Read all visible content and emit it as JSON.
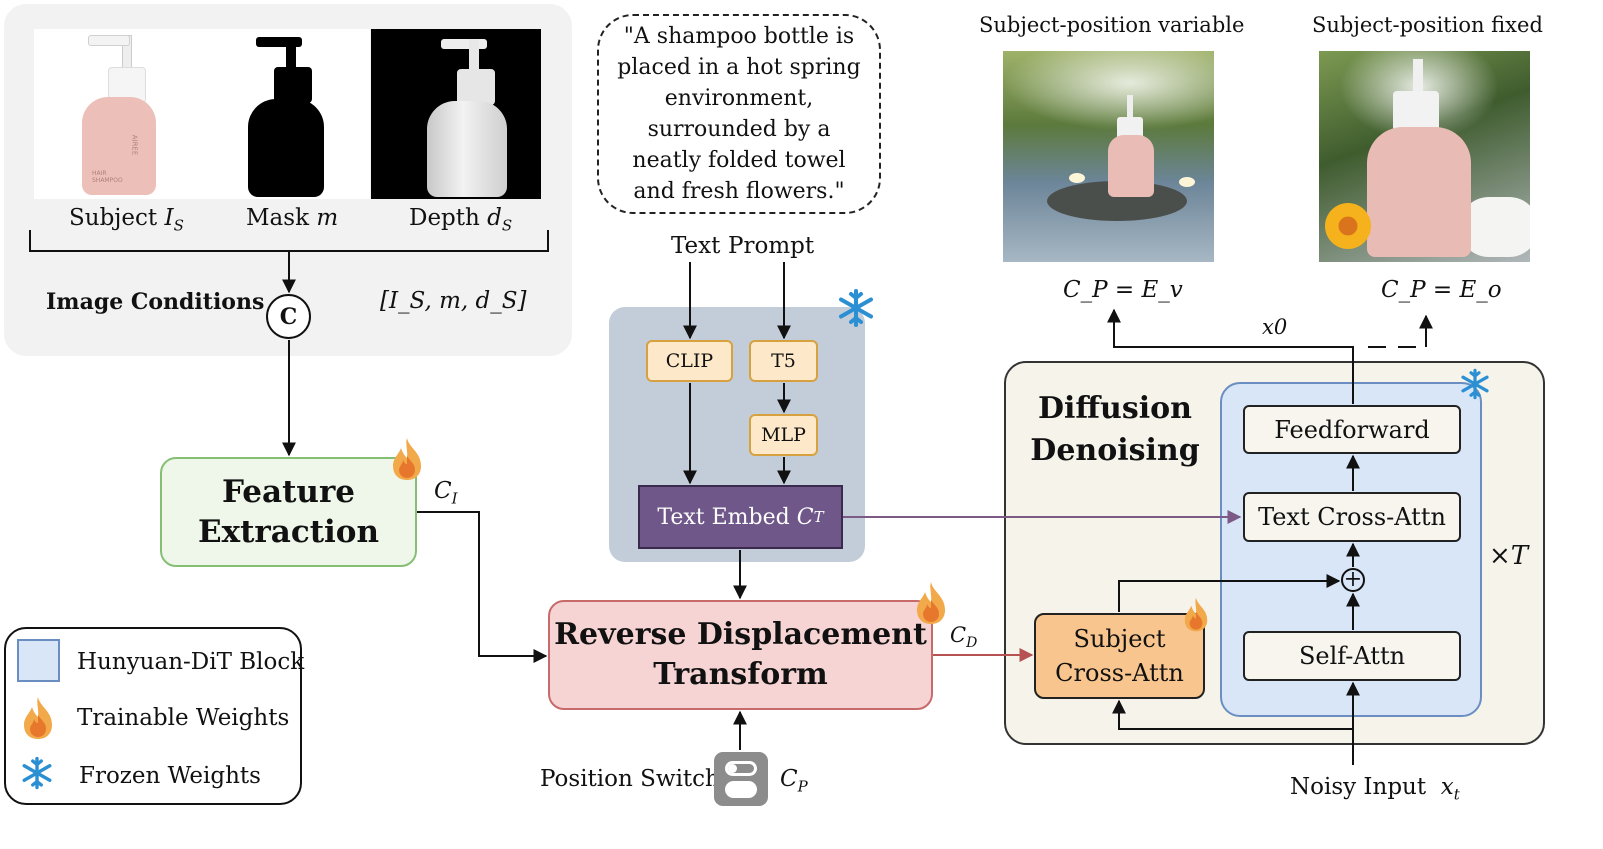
{
  "image_conditions": {
    "subject_label": "Subject",
    "subject_sym": "I",
    "subject_sub": "S",
    "mask_label": "Mask",
    "mask_sym": "m",
    "depth_label": "Depth",
    "depth_sym": "d",
    "depth_sub": "S",
    "title": "Image Conditions",
    "concat_symbol": "C",
    "concat_expr": "[I_S, m, d_S]",
    "bottle_text": "AIREE",
    "bottle_sub": "HAIR SHAMPOO"
  },
  "prompt": {
    "quote": "\"A shampoo bottle is placed in a hot spring environment, surrounded by a neatly folded towel and fresh flowers.\"",
    "text_label": "Text",
    "prompt_label": "Prompt"
  },
  "text_encoder": {
    "clip": "CLIP",
    "t5": "T5",
    "mlp": "MLP",
    "embed_label": "Text  Embed",
    "embed_sym": "C",
    "embed_sub": "T"
  },
  "feature_extraction": {
    "title_line1": "Feature",
    "title_line2": "Extraction",
    "output_sym": "C",
    "output_sub": "I"
  },
  "rdt": {
    "title_line1": "Reverse Displacement",
    "title_line2": "Transform",
    "output_sym": "C",
    "output_sub": "D",
    "switch_label": "Position Switch",
    "switch_sym": "C",
    "switch_sub": "P"
  },
  "outputs": {
    "variable_title": "Subject-position variable",
    "fixed_title": "Subject-position fixed",
    "variable_eq": "C_P = E_v",
    "fixed_eq": "C_P = E_o",
    "x0": "x0"
  },
  "diffusion": {
    "title_line1": "Diffusion",
    "title_line2": "Denoising",
    "feedforward": "Feedforward",
    "text_cross_attn": "Text Cross-Attn",
    "self_attn": "Self-Attn",
    "subject_cross_line1": "Subject",
    "subject_cross_line2": "Cross-Attn",
    "times_T": "×T",
    "noisy_input": "Noisy Input",
    "noisy_sym": "x",
    "noisy_sub": "t"
  },
  "legend": {
    "block": "Hunyuan-DiT Block",
    "trainable": "Trainable Weights",
    "frozen": "Frozen Weights"
  },
  "colors": {
    "feature_fill": "#eef7ea",
    "feature_border": "#86bf74",
    "rdt_fill": "#f6d4d4",
    "rdt_border": "#c96a6a",
    "encoder_panel": "#c3cdd9",
    "embed_fill": "#6f5789",
    "yellow_box_fill": "#fde9c9",
    "yellow_box_border": "#d8a140",
    "diffusion_fill": "#f5f3ea",
    "dit_fill": "#d9e6f7",
    "dit_border": "#6b8ec2",
    "subject_cross_fill": "#f8c58e",
    "purple_line": "#7b5a86",
    "red_line": "#b65252",
    "flame_outer": "#f1a94a",
    "flame_inner": "#e7772c",
    "snow": "#2b8fd3"
  }
}
